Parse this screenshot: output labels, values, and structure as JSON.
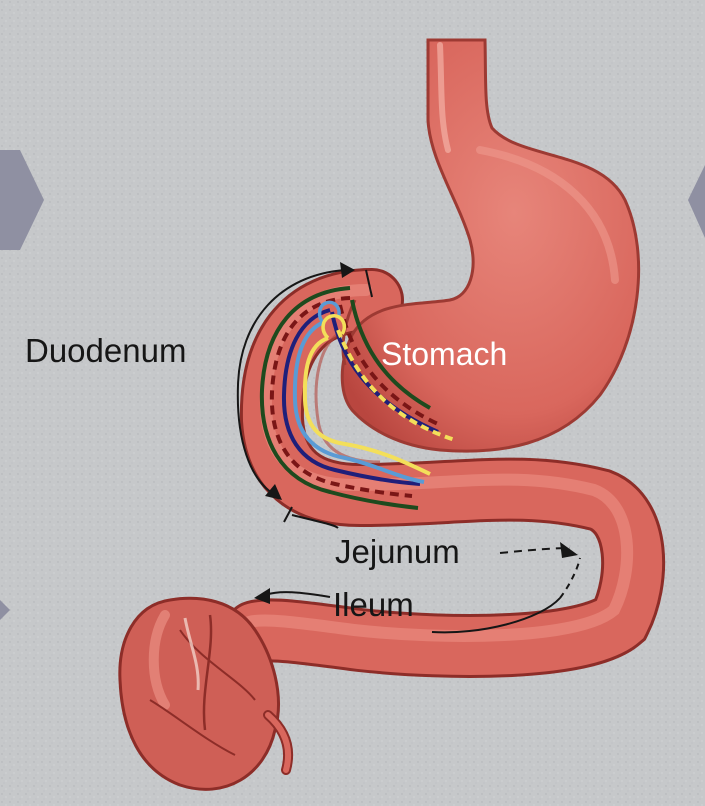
{
  "labels": {
    "duodenum": "Duodenum",
    "stomach": "Stomach",
    "jejunum": "Jejunum",
    "ileum": "Ileum"
  },
  "colors": {
    "background": "#c6c8ca",
    "organ": "#d9675d",
    "organ_dark": "#a83c36",
    "organ_highlight": "#ef9a8e",
    "path_darkgreen": "#1e4a1e",
    "path_darkred": "#7a1616",
    "path_navy": "#1f1f7a",
    "path_blue": "#5a9bd5",
    "path_yellow": "#f3df5a",
    "side_shape": "#8f90a2"
  }
}
